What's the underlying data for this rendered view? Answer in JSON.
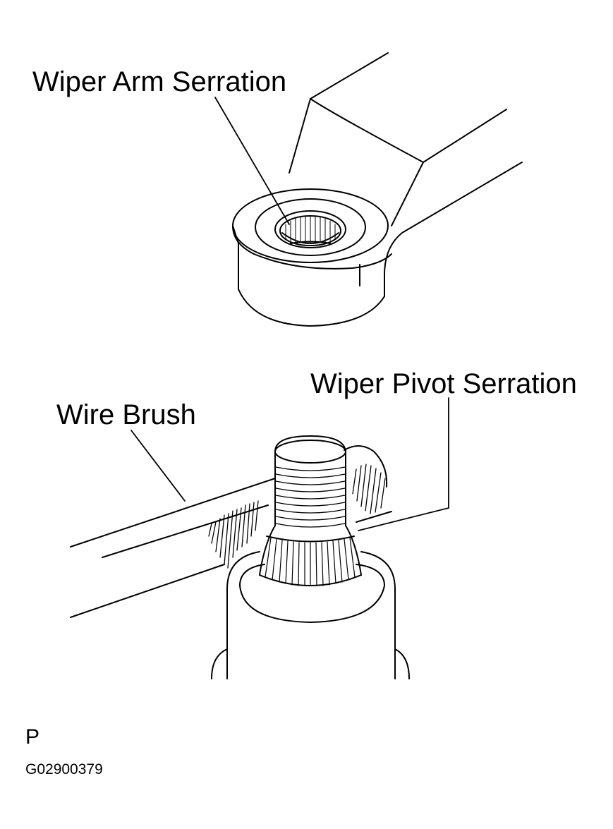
{
  "labels": {
    "wiper_arm_serration": "Wiper Arm Serration",
    "wiper_pivot_serration": "Wiper Pivot Serration",
    "wire_brush": "Wire Brush",
    "view_letter": "P",
    "figure_code": "G02900379"
  },
  "colors": {
    "ink": "#000000",
    "paper": "#ffffff"
  }
}
